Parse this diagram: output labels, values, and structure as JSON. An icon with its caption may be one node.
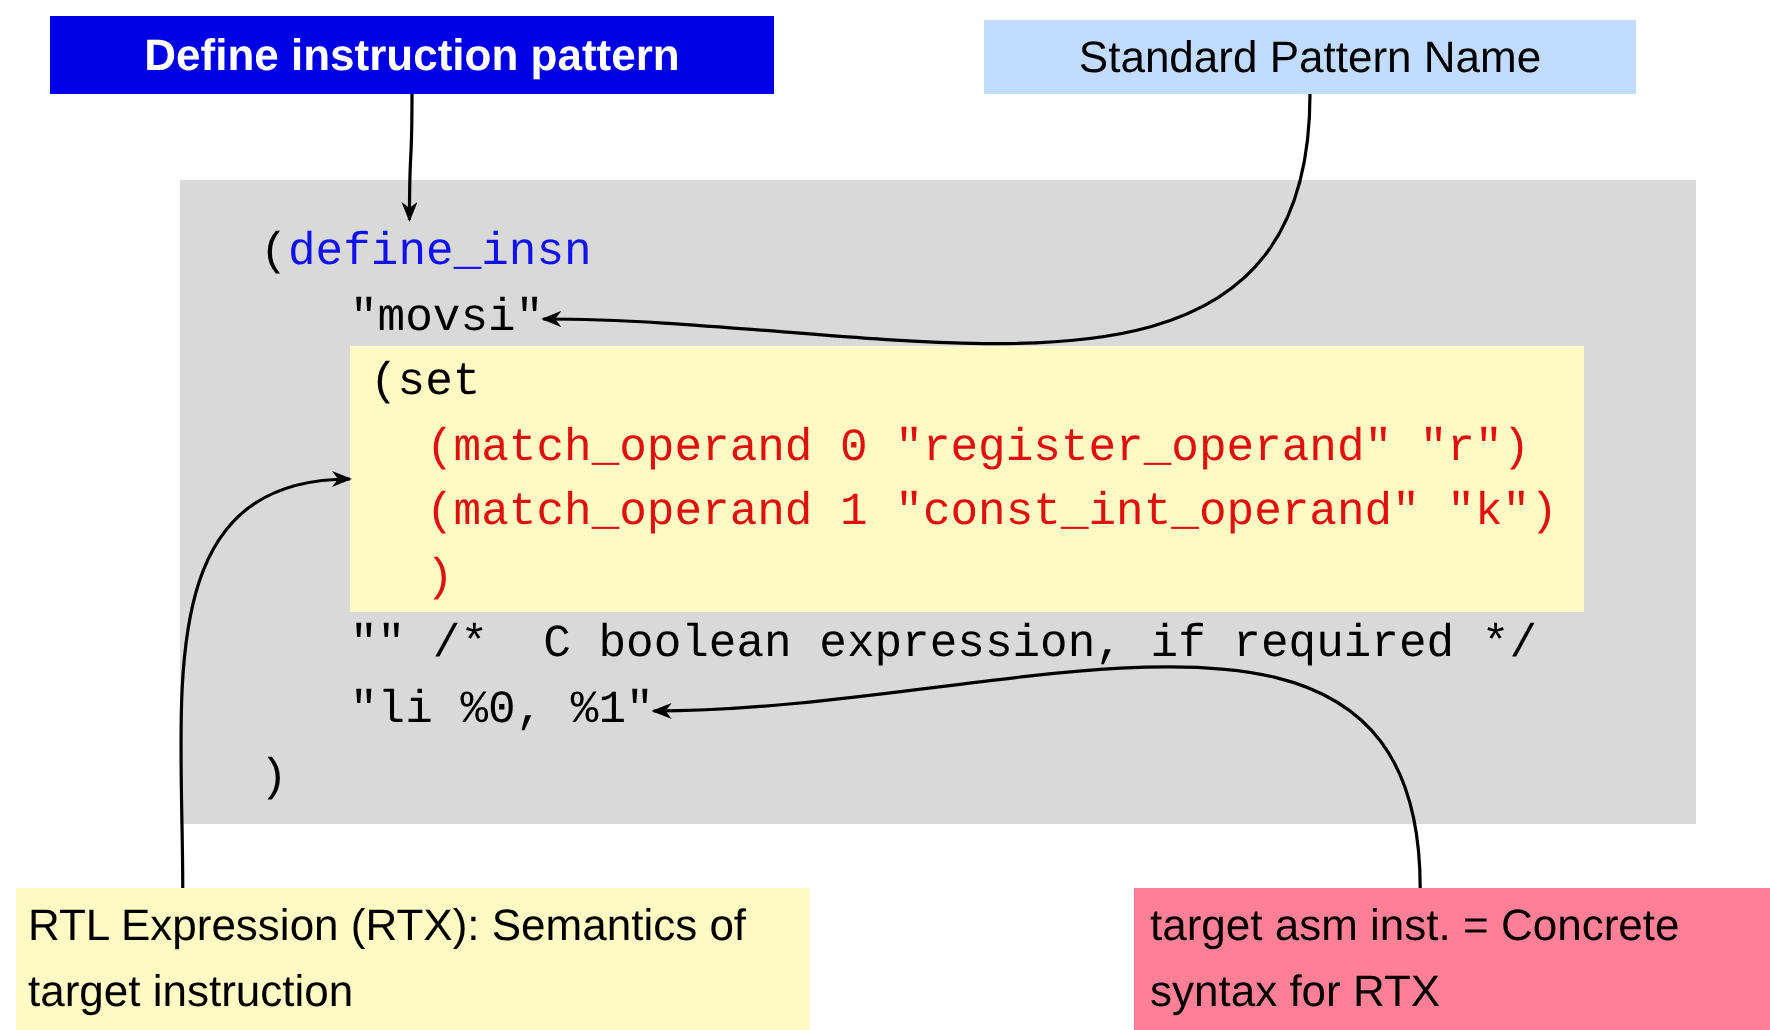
{
  "diagram": {
    "nodes": [
      {
        "text": [
          "Define instruction pattern"
        ]
      },
      {
        "text": [
          "Standard Pattern Name"
        ]
      },
      {
        "text": [
          "(",
          "\"\" /*  C boolean expression, if required */",
          ")"
        ]
      },
      {
        "text": [
          "define_insn"
        ],
        "in": 2
      },
      {
        "text": [
          "\"movsi\""
        ],
        "in": 2
      },
      {
        "text": [
          "(set",
          "(match_operand 0 \"register_operand\" \"r\")",
          "(match_operand 1 \"const_int_operand\" \"k\")",
          ")"
        ],
        "in": 2
      },
      {
        "text": [
          "\"li %0, %1\""
        ],
        "in": 2
      },
      {
        "text": [
          "RTL Expression (RTX): Semantics of target instruction"
        ]
      },
      {
        "text": [
          "target asm inst. = Concrete syntax for RTX"
        ]
      }
    ],
    "edges": [
      {
        "from": 0,
        "to": 3,
        "arrow": "to"
      },
      {
        "from": 1,
        "to": 4,
        "arrow": "to"
      },
      {
        "from": 7,
        "to": 5,
        "arrow": "to"
      },
      {
        "from": 8,
        "to": 6,
        "arrow": "to"
      }
    ]
  }
}
